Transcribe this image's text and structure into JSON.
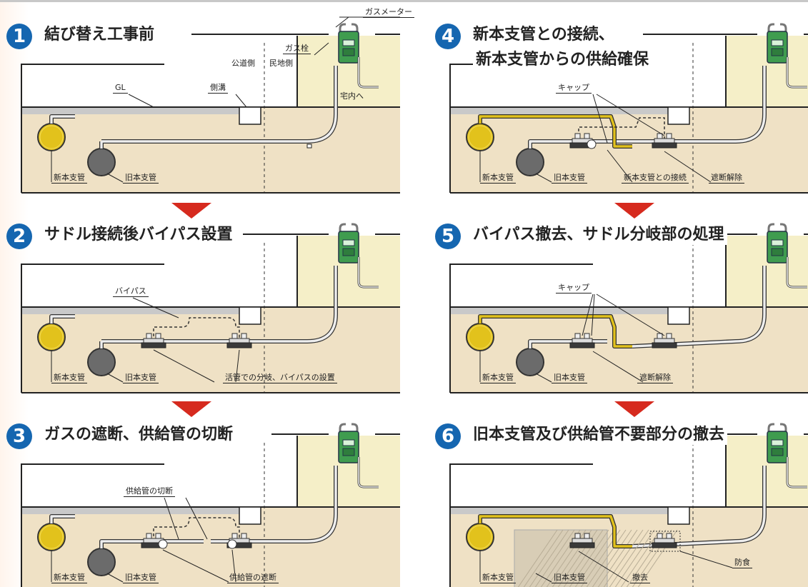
{
  "steps": [
    {
      "num": "1",
      "title": "結び替え工事前"
    },
    {
      "num": "2",
      "title": "サドル接続後バイパス設置"
    },
    {
      "num": "3",
      "title": "ガスの遮断、供給管の切断"
    },
    {
      "num": "4",
      "title_line1": "新本支管との接続、",
      "title_line2": "新本支管からの供給確保"
    },
    {
      "num": "5",
      "title": "バイパス撤去、サドル分岐部の処理"
    },
    {
      "num": "6",
      "title": "旧本支管及び供給管不要部分の撤去"
    }
  ],
  "labels": {
    "gas_meter": "ガスメーター",
    "gas_valve": "ガス栓",
    "public_side": "公道側",
    "private_side": "民地側",
    "to_house": "宅内へ",
    "gl": "GL",
    "gutter": "側溝",
    "new_main": "新本支管",
    "old_main": "旧本支管",
    "bypass": "バイパス",
    "live_branch": "活管での分岐、バイパスの設置",
    "supply_cut": "供給管の切断",
    "supply_shutoff": "供給管の遮断",
    "cap": "キャップ",
    "new_connect": "新本支管との接続",
    "release": "遮断解除",
    "anticorrosion": "防食",
    "removal": "撤去"
  },
  "colors": {
    "accent": "#1566b0",
    "arrow": "#d62a1e",
    "new_main": "#e2c21c",
    "old_main": "#6b6b6b",
    "soil": "#efe1c5",
    "ground_surface": "#c9c9c9",
    "house": "#f5efc8",
    "meter": "#3f9c4f"
  }
}
